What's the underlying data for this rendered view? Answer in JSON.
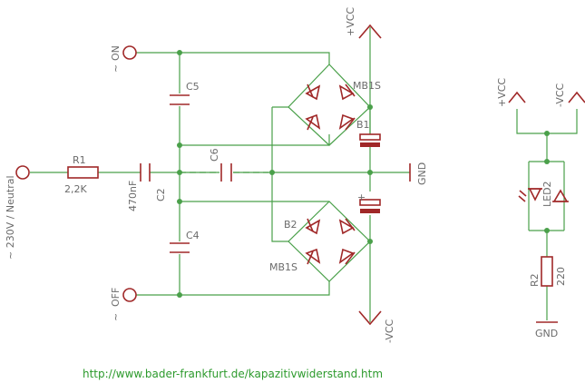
{
  "labels": {
    "vcc_top": "+VCC",
    "vcc_neg_bottom": "-VCC",
    "gnd_main": "GND",
    "on": "ON",
    "off": "OFF",
    "tilde_on": "~",
    "tilde_off": "~",
    "mains": "~ 230V / Neutral",
    "r1_name": "R1",
    "r1_value": "2,2K",
    "c2_value": "470nF",
    "c2_name": "C2",
    "c5": "C5",
    "c6": "C6",
    "c4": "C4",
    "b1_name": "B1",
    "b1_part": "MB1S",
    "b2_name": "B2",
    "b2_part": "MB1S",
    "vcc_pos_right": "+VCC",
    "vcc_neg_right": "-VCC",
    "led_name": "LED2",
    "r2_name": "R2",
    "r2_value": "220",
    "gnd_right": "GND",
    "polarity_plus": "+",
    "url": "http://www.bader-frankfurt.de/kapazitivwiderstand.htm"
  },
  "colors": {
    "wire": "#4aa04a",
    "part": "#a02828",
    "text": "#6b6b6b",
    "link": "#2c9a2c"
  }
}
